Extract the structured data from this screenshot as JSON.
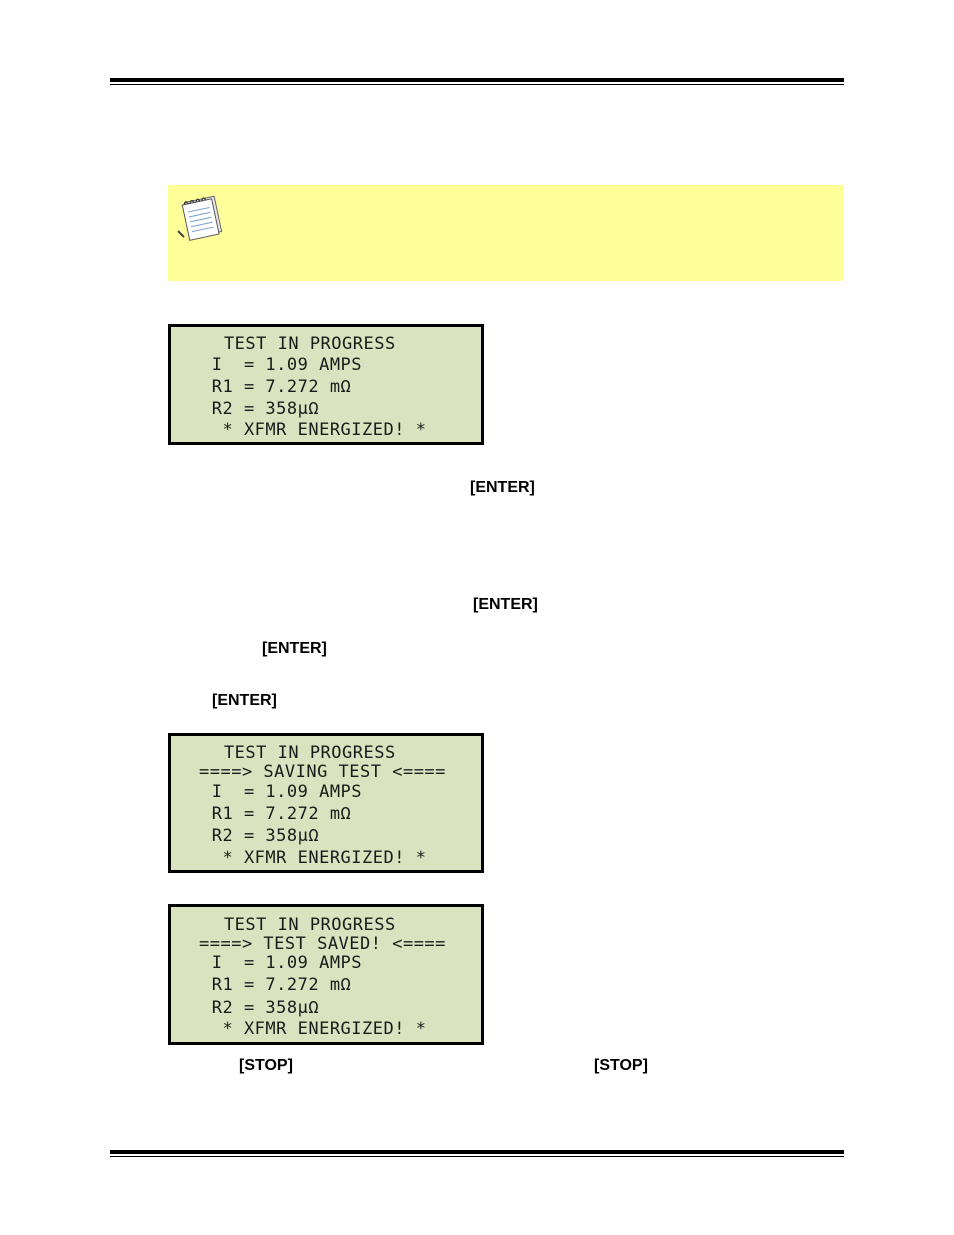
{
  "screens": [
    {
      "lines": [
        "    TEST IN PROGRESS",
        " I  = 1.09 AMPS",
        " R1 = 7.272 mΩ",
        " R2 = 358μΩ",
        "  * XFMR ENERGIZED! *"
      ]
    },
    {
      "lines": [
        "    TEST IN PROGRESS",
        "====> SAVING TEST <====",
        " I  = 1.09 AMPS",
        " R1 = 7.272 mΩ",
        " R2 = 358μΩ",
        "  * XFMR ENERGIZED! *"
      ]
    },
    {
      "lines": [
        "    TEST IN PROGRESS",
        "====> TEST SAVED! <====",
        " I  = 1.09 AMPS",
        " R1 = 7.272 mΩ",
        " R2 = 358μΩ",
        "  * XFMR ENERGIZED! *"
      ]
    }
  ],
  "keys": {
    "enter": "[ENTER]",
    "stop": "[STOP]"
  },
  "colors": {
    "note_background": "#ffff99",
    "lcd_background": "#d9e3bf"
  },
  "icons": {
    "note": "notepad-icon"
  }
}
